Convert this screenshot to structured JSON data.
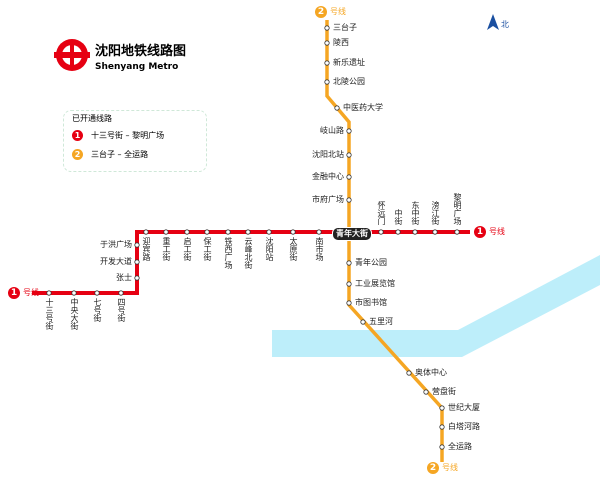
{
  "title": {
    "cn": "沈阳地铁线路图",
    "en": "Shenyang Metro"
  },
  "north_label": "北",
  "legend": {
    "title": "已开通线路",
    "items": [
      {
        "num": "1",
        "text": "十三号街 – 黎明广场",
        "color": "#e60012"
      },
      {
        "num": "2",
        "text": "三台子 – 全运路",
        "color": "#f5a623"
      }
    ]
  },
  "line_suffix": "号线",
  "colors": {
    "line1": "#e60012",
    "line2": "#f5a623",
    "river": "#bdeefa"
  },
  "interchange": "青年大街",
  "line1": {
    "num": "1",
    "stations": [
      "十三号街",
      "中央大街",
      "七号街",
      "四号街",
      "张士",
      "开发大道",
      "于洪广场",
      "迎宾路",
      "重工街",
      "启工街",
      "保工街",
      "铁西广场",
      "云峰北街",
      "沈阳站",
      "太原街",
      "南市场",
      "青年大街",
      "怀远门",
      "中街",
      "东中街",
      "滂江街",
      "黎明广场"
    ]
  },
  "line2": {
    "num": "2",
    "stations": [
      "三台子",
      "陵西",
      "新乐遗址",
      "北陵公园",
      "中医药大学",
      "岐山路",
      "沈阳北站",
      "金融中心",
      "市府广场",
      "青年大街",
      "青年公园",
      "工业展览馆",
      "市图书馆",
      "五里河",
      "奥体中心",
      "营盘街",
      "世纪大厦",
      "白塔河路",
      "全运路"
    ]
  }
}
